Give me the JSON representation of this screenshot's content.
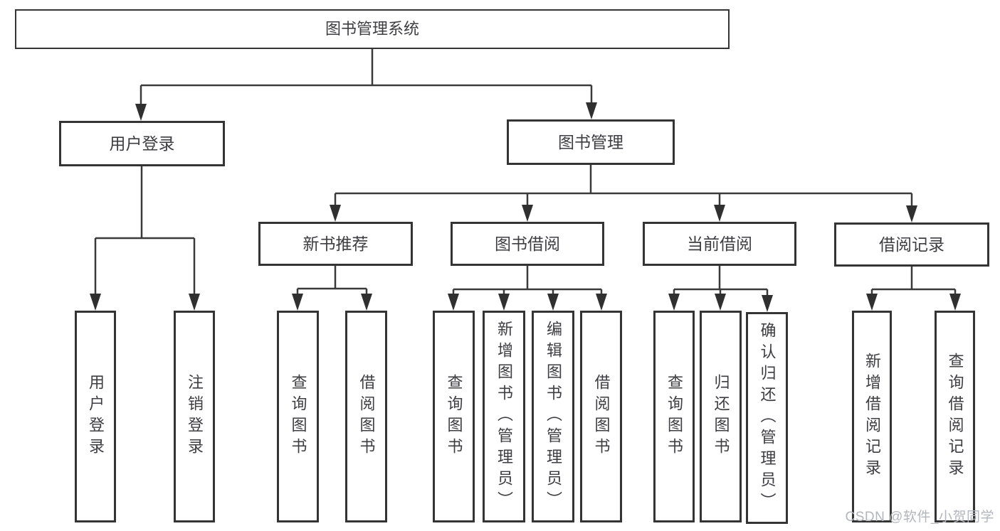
{
  "diagram": {
    "type": "functional-structure-tree",
    "colors": {
      "background": "#ffffff",
      "box_border": "#343434",
      "line": "#3a3a3a",
      "arrow": "#303030",
      "text": "#3d3d42",
      "watermark_text": "#b2b6bc"
    },
    "nodes": {
      "root": {
        "label": "图书管理系统"
      },
      "user_login": {
        "label": "用户登录"
      },
      "book_mgmt": {
        "label": "图书管理"
      },
      "new_book_rec": {
        "label": "新书推荐"
      },
      "book_borrow": {
        "label": "图书借阅"
      },
      "current_borrow": {
        "label": "当前借阅"
      },
      "borrow_records": {
        "label": "借阅记录"
      },
      "ul1": {
        "label": "用户登录"
      },
      "ul2": {
        "label": "注销登录"
      },
      "nb1": {
        "label": "查询图书"
      },
      "nb2": {
        "label": "借阅图书"
      },
      "bb1": {
        "label": "查询图书"
      },
      "bb2": {
        "label": "新增图书（管理员）"
      },
      "bb3": {
        "label": "编辑图书（管理员）"
      },
      "bb4": {
        "label": "借阅图书"
      },
      "cb1": {
        "label": "查询图书"
      },
      "cb2": {
        "label": "归还图书"
      },
      "cb3": {
        "label": "确认归还（管理员）"
      },
      "br1": {
        "label": "新增借阅记录"
      },
      "br2": {
        "label": "查询借阅记录"
      }
    },
    "edges": [
      {
        "parent": "root",
        "children": [
          "user_login",
          "book_mgmt"
        ]
      },
      {
        "parent": "user_login",
        "children": [
          "ul1",
          "ul2"
        ]
      },
      {
        "parent": "book_mgmt",
        "children": [
          "new_book_rec",
          "book_borrow",
          "current_borrow",
          "borrow_records"
        ]
      },
      {
        "parent": "new_book_rec",
        "children": [
          "nb1",
          "nb2"
        ]
      },
      {
        "parent": "book_borrow",
        "children": [
          "bb1",
          "bb2",
          "bb3",
          "bb4"
        ]
      },
      {
        "parent": "current_borrow",
        "children": [
          "cb1",
          "cb2",
          "cb3"
        ]
      },
      {
        "parent": "borrow_records",
        "children": [
          "br1",
          "br2"
        ]
      }
    ],
    "watermark": "CSDN @软件_小贺同学"
  }
}
